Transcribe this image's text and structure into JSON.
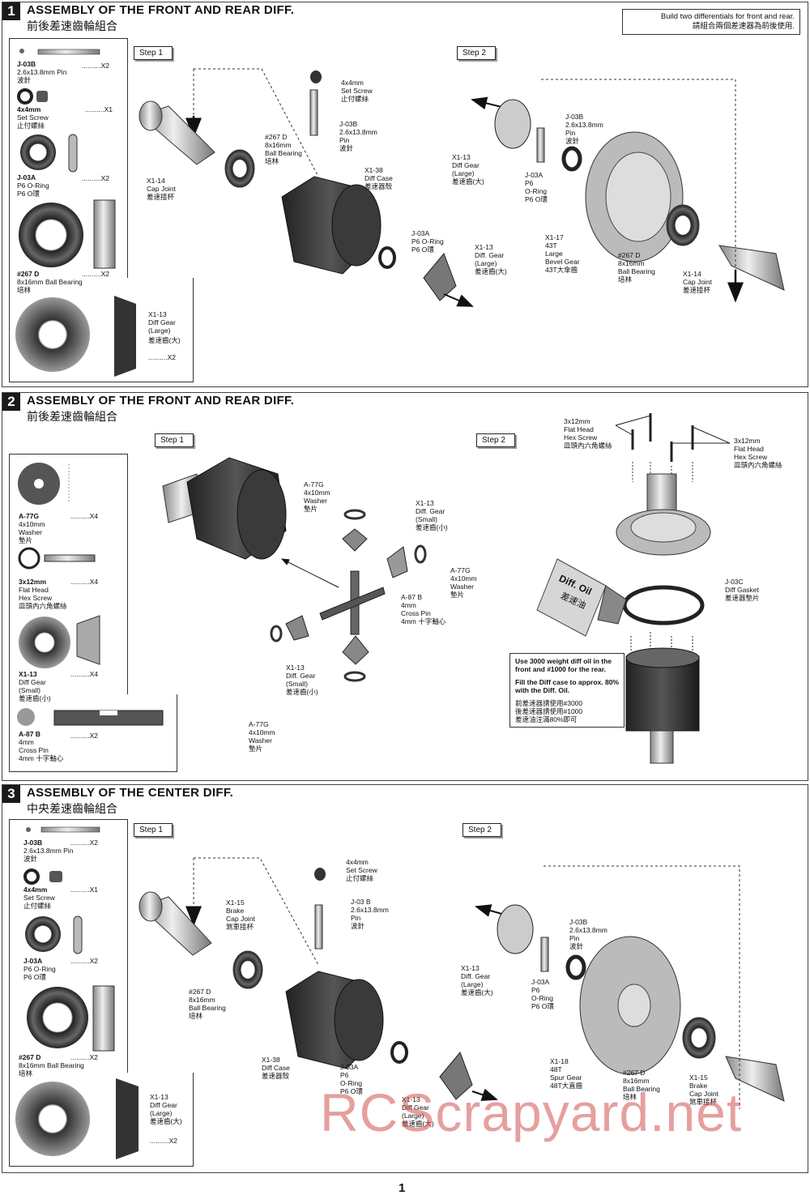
{
  "sections": [
    {
      "num": "1",
      "title": "ASSEMBLY OF THE FRONT AND REAR DIFF.",
      "title_cn": "前後差速齒輪組合",
      "note": "Build two differentials for front and rear.",
      "note_cn": "請組合兩個差速器為前後使用."
    },
    {
      "num": "2",
      "title": "ASSEMBLY OF THE FRONT AND REAR DIFF.",
      "title_cn": "前後差速齒輪組合"
    },
    {
      "num": "3",
      "title": "ASSEMBLY OF THE CENTER DIFF.",
      "title_cn": "中央差速齒輪組合"
    }
  ],
  "steps": {
    "step1": "Step 1",
    "step2": "Step 2"
  },
  "s1": {
    "parts": [
      {
        "code": "J-03B",
        "desc": "2.6x13.8mm Pin",
        "cn": "波針",
        "qty": "..........X2"
      },
      {
        "code": "4x4mm",
        "desc": "Set Screw",
        "cn": "止付螺絲",
        "qty": "..........X1"
      },
      {
        "code": "J-03A",
        "desc": "P6 O-Ring",
        "cn": "P6 O環",
        "qty": "..........X2"
      },
      {
        "code": "#267 D",
        "desc": "8x16mm Ball Bearing",
        "cn": "培林",
        "qty": "..........X2"
      },
      {
        "code": "X1-13",
        "desc": "Diff Gear (Large)",
        "cn": "差速齒(大)",
        "qty": "..........X2"
      }
    ],
    "callouts": {
      "capjoint": "X1-14\nCap Joint\n差速接杯",
      "bearing": "#267 D\n8x16mm\nBall Bearing\n培林",
      "pin": "J-03B\n2.6x13.8mm\nPin\n波針",
      "setscrew": "4x4mm\nSet Screw\n止付螺絲",
      "case": "X1-38\nDiff Case\n差速器殼",
      "oring": "J-03A\nP6 O-Ring\nP6 O環",
      "gear": "X1-13\nDiff. Gear\n(Large)\n差速齒(大)",
      "gear2": "X1-13\nDiff Gear\n(Large)\n差速齒(大)",
      "pin2": "J-03B\n2.6x13.8mm\nPin\n波針",
      "oring2": "J-03A\nP6\nO-Ring\nP6 O環",
      "bevel": "X1-17\n43T\nLarge\nBevel Gear\n43T大傘齒",
      "bearing2": "#267 D\n8x16mm\nBall Bearing\n培林",
      "capjoint2": "X1-14\nCap Joint\n差速接杯"
    }
  },
  "s2": {
    "parts": [
      {
        "code": "A-77G",
        "desc": "4x10mm\nWasher",
        "cn": "墊片",
        "qty": "..........X4"
      },
      {
        "code": "3x12mm",
        "desc": "Flat Head\nHex Screw",
        "cn": "皿頭內六角螺絲",
        "qty": "..........X4"
      },
      {
        "code": "X1-13",
        "desc": "Diff Gear\n(Small)",
        "cn": "差速齒(小)",
        "qty": "..........X4"
      },
      {
        "code": "A-87 B",
        "desc": "4mm\nCross Pin",
        "cn": "4mm 十字軸心",
        "qty": "..........X2"
      }
    ],
    "callouts": {
      "washer_top": "A-77G\n4x10mm\nWasher\n墊片",
      "gear_small_top": "X1-13\nDiff. Gear\n(Small)\n差速齒(小)",
      "washer_right": "A-77G\n4x10mm\nWasher\n墊片",
      "crosspin": "A-87 B\n4mm\nCross Pin\n4mm 十字軸心",
      "gear_small_bot": "X1-13\nDiff. Gear\n(Small)\n差速齒(小)",
      "washer_bot": "A-77G\n4x10mm\nWasher\n墊片",
      "screw_left": "3x12mm\nFlat Head\nHex Screw\n皿頭內六角螺絲",
      "screw_right": "3x12mm\nFlat Head\nHex Screw\n皿頭內六角螺絲",
      "gasket": "J-03C\nDiff Gasket\n差速器墊片",
      "oil_label": "Diff. Oil",
      "oil_label_cn": "差速油"
    },
    "oil_note": {
      "en1": "Use 3000 weight diff oil in the front and #1000 for the rear.",
      "en2": "Fill the Diff case to approx. 80% with the Diff. Oil.",
      "cn1": "前差速器請使用#3000",
      "cn2": "後差速器請使用#1000",
      "cn3": "差速油注滿80%即可"
    }
  },
  "s3": {
    "parts": [
      {
        "code": "J-03B",
        "desc": "2.6x13.8mm Pin",
        "cn": "波針",
        "qty": "..........X2"
      },
      {
        "code": "4x4mm",
        "desc": "Set Screw",
        "cn": "止付螺絲",
        "qty": "..........X1"
      },
      {
        "code": "J-03A",
        "desc": "P6 O-Ring",
        "cn": "P6 O環",
        "qty": "..........X2"
      },
      {
        "code": "#267 D",
        "desc": "8x16mm Ball Bearing",
        "cn": "培林",
        "qty": "..........X2"
      },
      {
        "code": "X1-13",
        "desc": "Diff Gear\n(Large)",
        "cn": "差速齒(大)",
        "qty": "..........X2"
      }
    ],
    "callouts": {
      "brakecap": "X1-15\nBrake\nCap Joint\n煞車接杯",
      "bearing": "#267 D\n8x16mm\nBall Bearing\n培林",
      "setscrew": "4x4mm\nSet Screw\n止付螺絲",
      "pin": "J-03 B\n2.6x13.8mm\nPin\n波針",
      "case": "X1-38\nDiff Case\n差速器殼",
      "oring": "J-03A\nP6\nO-Ring\nP6 O環",
      "gear": "X1-13\nDiff Gear\n(Large)\n差速齒(大)",
      "gear2": "X1-13\nDiff. Gear\n(Large)\n差速齒(大)",
      "pin2": "J-03B\n2.6x13.8mm\nPin\n波針",
      "oring2": "J-03A\nP6\nO-Ring\nP6 O環",
      "spur": "X1-18\n48T\nSpur Gear\n48T大直齒",
      "bearing2": "#267 D\n8x16mm\nBall Bearing\n培林",
      "brakecap2": "X1-15\nBrake\nCap Joint\n煞車接杯"
    }
  },
  "page_number": "1",
  "watermark": "RCScrapyard.net"
}
